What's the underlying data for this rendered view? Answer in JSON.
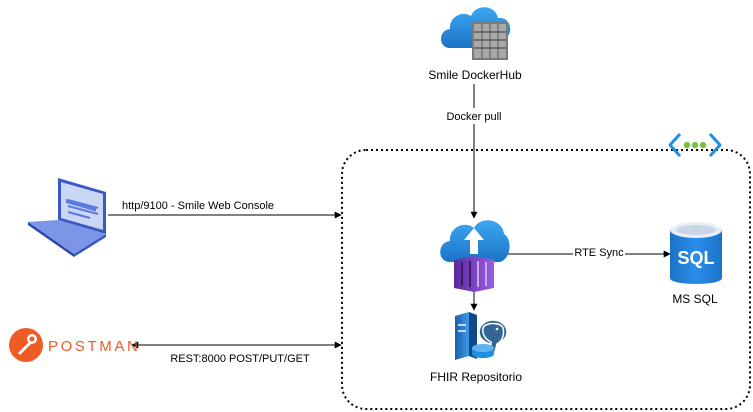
{
  "diagram": {
    "nodes": {
      "dockerhub": {
        "label": "Smile DockerHub",
        "icon": "cloud-container-registry-icon"
      },
      "laptop": {
        "label": "",
        "icon": "laptop-icon"
      },
      "postman": {
        "label": "POSTMAN",
        "icon": "postman-logo-icon"
      },
      "container_app": {
        "label": "",
        "icon": "cloud-container-upload-icon"
      },
      "fhir": {
        "label": "FHIR Repositorio",
        "icon": "server-postgres-icon"
      },
      "mssql": {
        "label": "MS SQL",
        "icon": "sql-database-icon",
        "badge": "SQL"
      },
      "vnet": {
        "label": "",
        "icon": "virtual-network-icon"
      }
    },
    "edges": {
      "docker_pull": {
        "label": "Docker pull",
        "from": "dockerhub",
        "to": "container_app"
      },
      "web_console": {
        "label": "http/9100 - Smile Web Console",
        "from": "laptop",
        "to": "vnet_group"
      },
      "rest": {
        "label": "REST:8000 POST/PUT/GET",
        "from": "postman",
        "to": "vnet_group",
        "bidirectional": true
      },
      "rte_sync": {
        "label": "RTE Sync",
        "from": "container_app",
        "to": "mssql"
      },
      "app_to_fhir": {
        "label": "",
        "from": "container_app",
        "to": "fhir"
      }
    },
    "colors": {
      "azure_blue": "#1f8fe0",
      "cloud_light": "#5cb3f0",
      "container_purple": "#7a3fc0",
      "postman_orange": "#ef5b25",
      "vnet_green": "#7ac142",
      "edge": "#000000"
    }
  }
}
